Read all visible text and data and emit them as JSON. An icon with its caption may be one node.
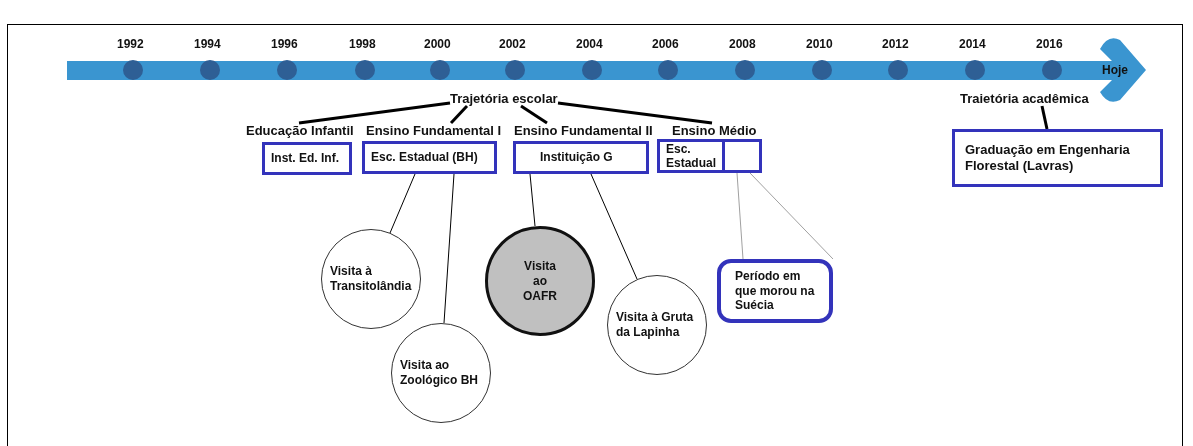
{
  "diagram": {
    "nodes": [
      {
        "text": [
          "Hoje"
        ]
      },
      {
        "text": [
          "Trajetória escolar"
        ]
      },
      {
        "text": [
          "Educação Infantil",
          "Inst. Ed. Inf."
        ]
      },
      {
        "text": [
          "Ensino Fundamental I",
          "Esc. Estadual (BH)"
        ]
      },
      {
        "text": [
          "Ensino Fundamental II",
          "Instituição G"
        ]
      },
      {
        "text": [
          "Ensino Médio",
          "Esc. Estadual"
        ]
      },
      {
        "text": [],
        "shape": "box"
      },
      {
        "text": [
          "Visita à Transitolândia"
        ]
      },
      {
        "text": [
          "Visita ao Zoológico BH"
        ]
      },
      {
        "text": [
          "Visita ao OAFR"
        ]
      },
      {
        "text": [
          "Visita à Gruta da Lapinha"
        ]
      },
      {
        "text": [
          "Período em que morou na Suécia"
        ]
      },
      {
        "text": [
          "Traietória acadêmica"
        ]
      },
      {
        "text": [
          "Graduação em Engenharia Florestal (Lavras)"
        ]
      }
    ],
    "edges": [
      {
        "from": 1,
        "to": 2,
        "arrow": "none",
        "style": "thick"
      },
      {
        "from": 1,
        "to": 3,
        "arrow": "none",
        "style": "thick"
      },
      {
        "from": 1,
        "to": 4,
        "arrow": "none",
        "style": "thick"
      },
      {
        "from": 1,
        "to": 5,
        "arrow": "none",
        "style": "thick"
      },
      {
        "from": 3,
        "to": 7,
        "arrow": "none"
      },
      {
        "from": 3,
        "to": 8,
        "arrow": "none"
      },
      {
        "from": 4,
        "to": 9,
        "arrow": "none"
      },
      {
        "from": 4,
        "to": 10,
        "arrow": "none"
      },
      {
        "from": 6,
        "to": 11,
        "arrow": "none",
        "color": "#a0a0a0"
      },
      {
        "from": 6,
        "to": 11,
        "arrow": "none",
        "color": "#a0a0a0"
      },
      {
        "from": 12,
        "to": 13,
        "arrow": "none",
        "style": "thick"
      }
    ],
    "labels": [
      "1992",
      "1994",
      "1996",
      "1998",
      "2000",
      "2002",
      "2004",
      "2006",
      "2008",
      "2010",
      "2012",
      "2014",
      "2016"
    ]
  }
}
